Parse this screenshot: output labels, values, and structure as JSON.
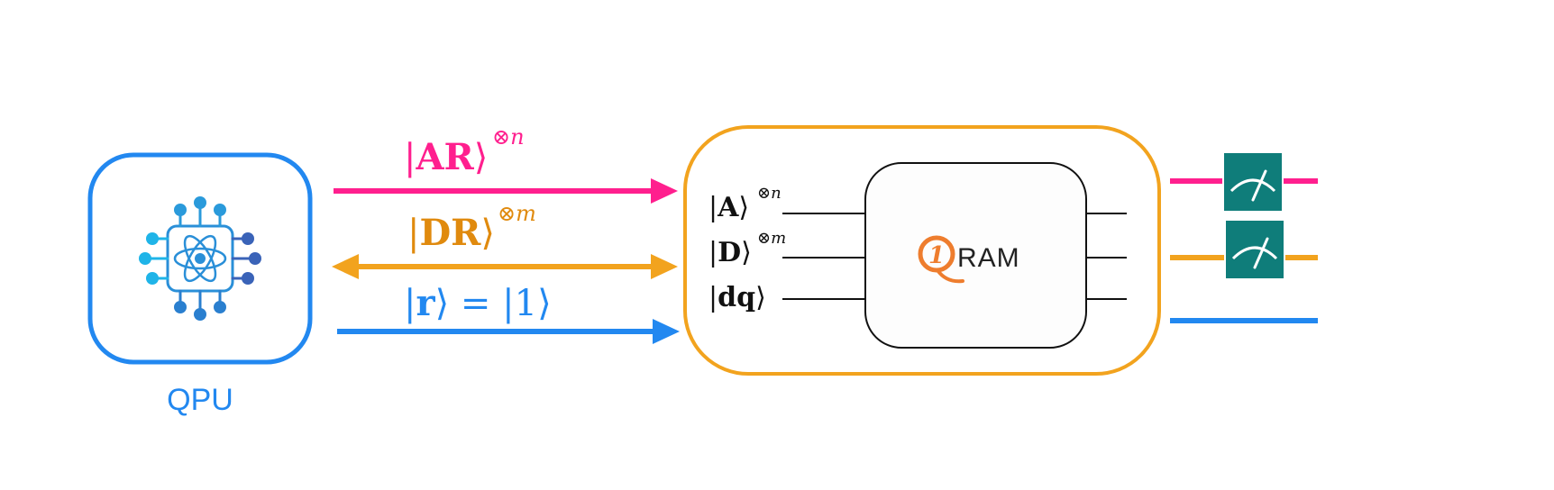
{
  "colors": {
    "ar": "#ff1f8e",
    "dr": "#f2a31e",
    "r": "#2288f0",
    "qpu": "#2288f0",
    "qram_box": "#f2a31e",
    "measure_bg": "#0f7d7a",
    "qram_logo": "#ee7d2e"
  },
  "qpu": {
    "label": "QPU",
    "icon": "quantum-chip-icon"
  },
  "links": {
    "ar": {
      "ket": "AR",
      "power": "⊗n"
    },
    "dr": {
      "ket": "DR",
      "power": "⊗m"
    },
    "r": {
      "ket": "r",
      "equals": "=",
      "value": "1"
    }
  },
  "qram": {
    "inputs": [
      {
        "ket": "A",
        "power": "⊗n"
      },
      {
        "ket": "D",
        "power": "⊗m"
      },
      {
        "ket": "dq",
        "power": ""
      }
    ],
    "logo_mark": "1",
    "logo_text": "RAM"
  },
  "outputs": {
    "measure_icon": "measurement-meter-icon"
  }
}
